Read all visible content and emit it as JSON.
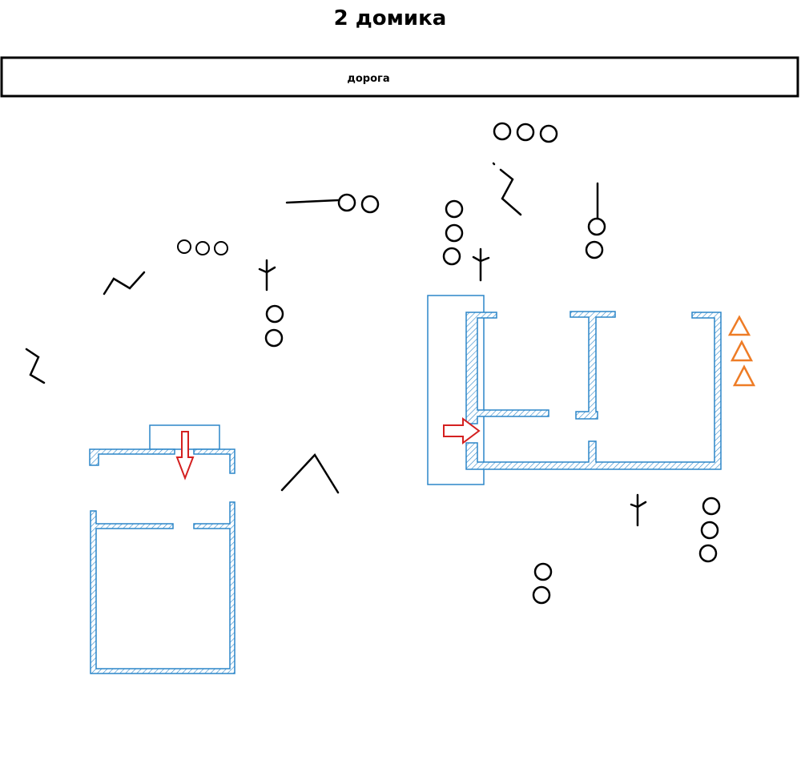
{
  "title": "2 домика",
  "road": {
    "label": "дорога"
  },
  "colors": {
    "wall": "#2b86c9",
    "hatch": "#2b86c9",
    "arrow": "#d42020",
    "triangle": "#ee7c26",
    "ink": "#000000"
  },
  "legend_symbols": [
    "circle",
    "zigzag",
    "fork",
    "triangle",
    "entrance-arrow",
    "wall-hatched"
  ]
}
